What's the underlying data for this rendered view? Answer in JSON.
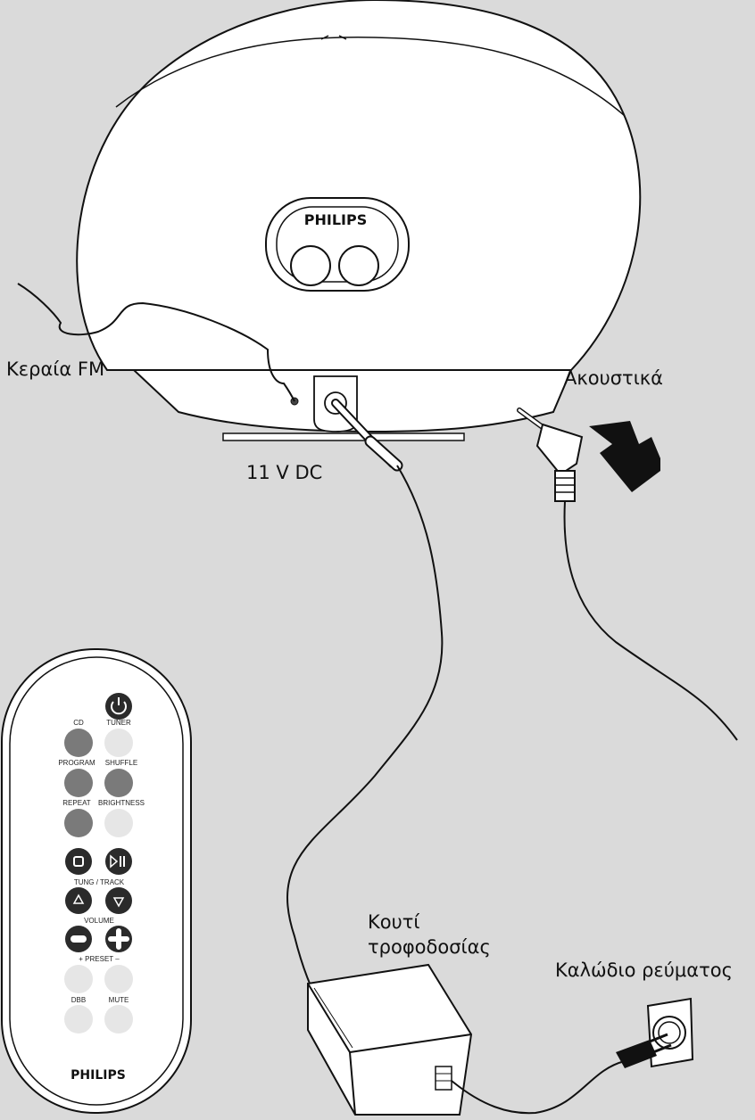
{
  "labels": {
    "fm_antenna": "Κεραία FM",
    "headphones": "Ακουστικά",
    "dc_in": "11 V DC",
    "power_adapter_line1": "Κουτί",
    "power_adapter_line2": "τροφοδοσίας",
    "mains_cable": "Καλώδιο ρεύματος"
  },
  "device": {
    "brand": "PHILIPS"
  },
  "remote": {
    "brand": "PHILIPS",
    "buttons": {
      "cd": "CD",
      "tuner": "TUNER",
      "program": "PROGRAM",
      "shuffle": "SHUFFLE",
      "repeat": "REPEAT",
      "brightness": "BRIGHTNESS",
      "tuning_track": "TUNG / TRACK",
      "volume": "VOLUME",
      "preset": "+  PRESET  –",
      "dbb": "DBB",
      "mute": "MUTE"
    }
  },
  "colors": {
    "background": "#dadada",
    "button_dark": "#2b2b2b",
    "button_mid": "#7a7a7a",
    "button_light": "#e6e6e6"
  }
}
